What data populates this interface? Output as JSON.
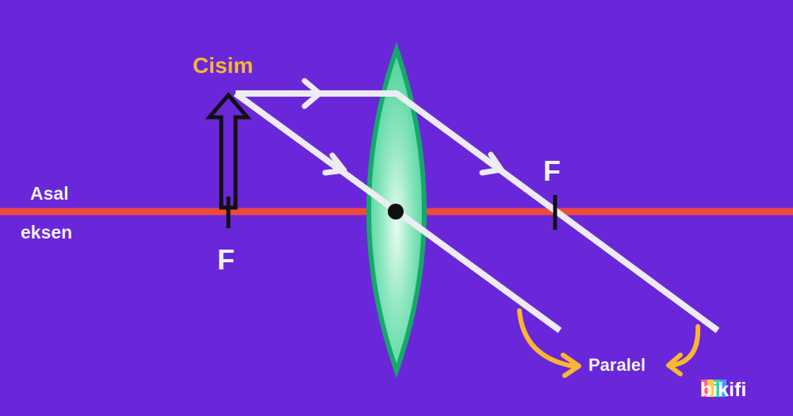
{
  "labels": {
    "object": "Cisim",
    "principal_axis_line1": "Asal",
    "principal_axis_line2": "eksen",
    "focal_left": "F",
    "focal_right": "F",
    "parallel": "Paralel"
  },
  "logo": {
    "text": "bikifi"
  },
  "colors": {
    "background": "#6a27d9",
    "principal_axis": "#ec4a3f",
    "lens_fill": "#3fcf94",
    "lens_edge": "#16a86b",
    "ray": "#ececf4",
    "object_arrow": "#111111",
    "accent": "#f7b733"
  },
  "icons": {
    "object_arrow": "hollow-up-arrow-icon",
    "ray_direction": "chevron-arrow-icon",
    "curved_pointer": "curved-arrow-icon"
  }
}
